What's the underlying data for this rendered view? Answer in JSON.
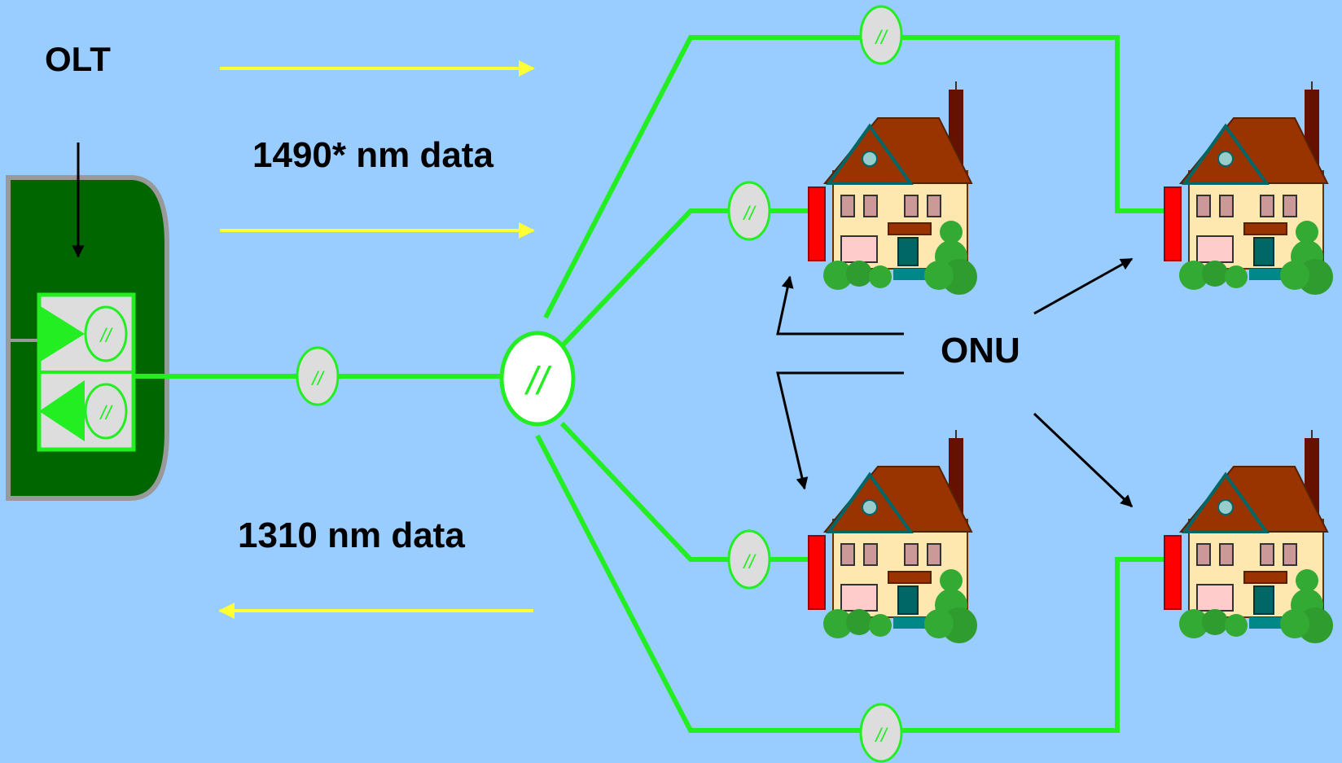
{
  "labels": {
    "olt": "OLT",
    "downstream": "1490* nm data",
    "upstream": "1310 nm data",
    "onu": "ONU"
  },
  "connector_symbol": "//",
  "colors": {
    "background": "#99ccff",
    "fiber": "#22ee22",
    "arrow": "#ffff33",
    "olt_body": "#006600",
    "olt_rim": "#999999",
    "roof": "#993300",
    "wall": "#ffe8b0",
    "bush": "#33aa33",
    "door_box": "#ff0000"
  },
  "icons": [
    "house-icon",
    "splitter-icon",
    "connector-icon",
    "transmitter-triangle-icon",
    "receiver-triangle-icon"
  ]
}
